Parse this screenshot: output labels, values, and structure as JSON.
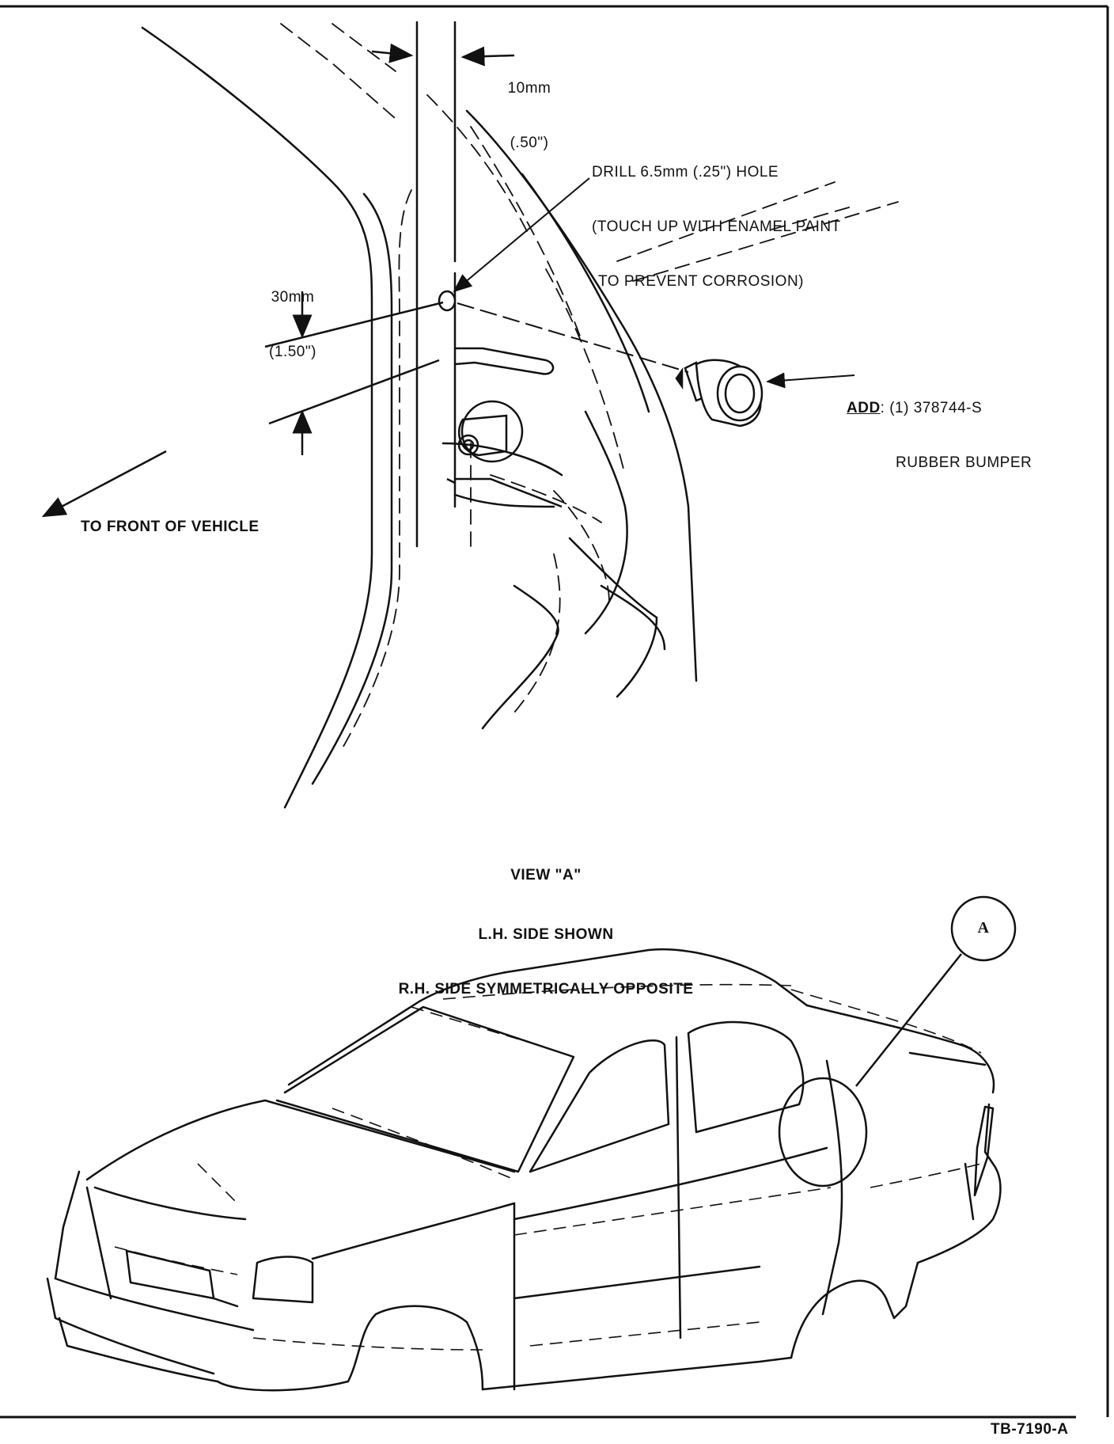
{
  "dimension_top": {
    "line1": "10mm",
    "line2": "(.50\")"
  },
  "drill_note": {
    "line1": "DRILL 6.5mm (.25\") HOLE",
    "line2": "(TOUCH UP WITH ENAMEL PAINT",
    "line3": "TO PREVENT CORROSION)"
  },
  "dimension_left": {
    "line1": "30mm",
    "line2": "(1.50\")"
  },
  "add_note": {
    "keyword": "ADD",
    "rest": ": (1) 378744-S",
    "line2": "RUBBER BUMPER"
  },
  "direction_label": "TO FRONT OF VEHICLE",
  "view_caption": {
    "line1": "VIEW \"A\"",
    "line2": "L.H. SIDE SHOWN",
    "line3": "R.H. SIDE SYMMETRICALLY OPPOSITE"
  },
  "callout_letter": "A",
  "figure_number": "TB-7190-A"
}
